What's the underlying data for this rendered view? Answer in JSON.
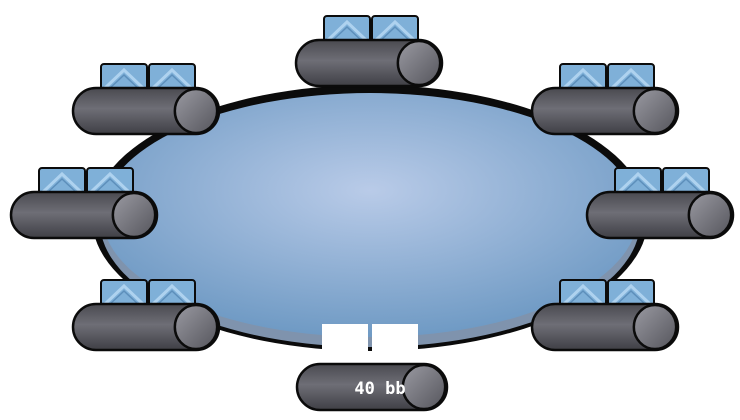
{
  "colors": {
    "felt_center": "#b9cbe8",
    "felt_edge": "#6f9ac4",
    "rail": "#0b0b0b",
    "card_back": "#7fb0d8",
    "card_pattern": "#aed2ef",
    "seat_body": "#5f5f66",
    "seat_top": "#8c8c94",
    "hero_card": "#ffffff",
    "stack_text": "#ffffff"
  },
  "table": {
    "seats": [
      {
        "id": "seat-top",
        "cards": "face-down"
      },
      {
        "id": "seat-upper-left",
        "cards": "face-down"
      },
      {
        "id": "seat-upper-right",
        "cards": "face-down"
      },
      {
        "id": "seat-middle-left",
        "cards": "face-down"
      },
      {
        "id": "seat-middle-right",
        "cards": "face-down"
      },
      {
        "id": "seat-lower-left",
        "cards": "face-down"
      },
      {
        "id": "seat-lower-right",
        "cards": "face-down"
      }
    ],
    "hero": {
      "stack": "40 bb",
      "cards": "blank"
    }
  }
}
